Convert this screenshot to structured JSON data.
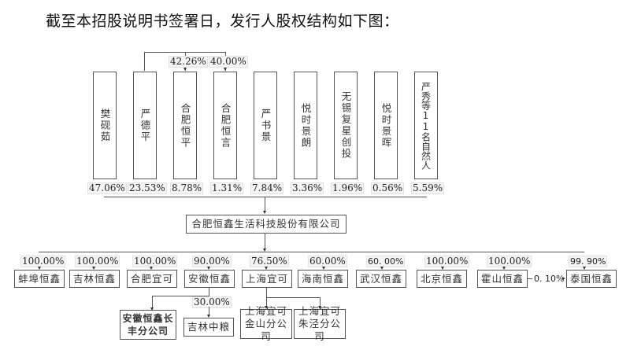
{
  "title": "截至本招股说明书签署日，发行人股权结构如下图：",
  "shareholders": [
    {
      "name": "樊砚茹",
      "pct": "47.06%"
    },
    {
      "name": "严德平",
      "pct": "23.53%"
    },
    {
      "name": "合肥恒平",
      "pct": "8.78%"
    },
    {
      "name": "合肥恒言",
      "pct": "1.31%"
    },
    {
      "name": "严书景",
      "pct": "7.84%"
    },
    {
      "name": "悦时景朗",
      "pct": "3.36%"
    },
    {
      "name": "无锡复星创投",
      "pct": "1.96%"
    },
    {
      "name": "悦时景晖",
      "pct": "0.56%"
    },
    {
      "name": "严秀等11名自然人",
      "pct": "5.59%"
    }
  ],
  "cross_holdings": [
    {
      "from": "严德平",
      "to": "合肥恒平",
      "pct": "42.26%"
    },
    {
      "from": "严德平",
      "to": "合肥恒言",
      "pct": "40.00%"
    }
  ],
  "company": "合肥恒鑫生活科技股份有限公司",
  "subsidiaries": [
    {
      "name": "蚌埠恒鑫",
      "pct": "100.00%"
    },
    {
      "name": "吉林恒鑫",
      "pct": "100.00%"
    },
    {
      "name": "合肥宜可",
      "pct": "100.00%"
    },
    {
      "name": "安徽恒鑫",
      "pct": "90.00%"
    },
    {
      "name": "上海宜可",
      "pct": "76.50%"
    },
    {
      "name": "海南恒鑫",
      "pct": "60.00%"
    },
    {
      "name": "武汉恒鑫",
      "pct": "60. 00%"
    },
    {
      "name": "北京恒鑫",
      "pct": "100.00%"
    },
    {
      "name": "霍山恒鑫",
      "pct": "100.00%"
    },
    {
      "name": "泰国恒鑫",
      "pct": "99. 90%"
    }
  ],
  "huoshan_to_thailand_pct": "0. 10%",
  "third_level": {
    "anhui_branch": "安徽恒鑫长丰分公司",
    "anhui_branch_line1": "安徽恒鑫长",
    "anhui_branch_line2": "丰分公司",
    "jilin_zhongliang": "吉林中粮",
    "jilin_zhongliang_pct": "30.00%",
    "shanghai_jinshan_line1": "上海宜可",
    "shanghai_jinshan_line2": "金山分公司",
    "shanghai_zhujing_line1": "上海宜可",
    "shanghai_zhujing_line2": "朱泾分公司"
  }
}
